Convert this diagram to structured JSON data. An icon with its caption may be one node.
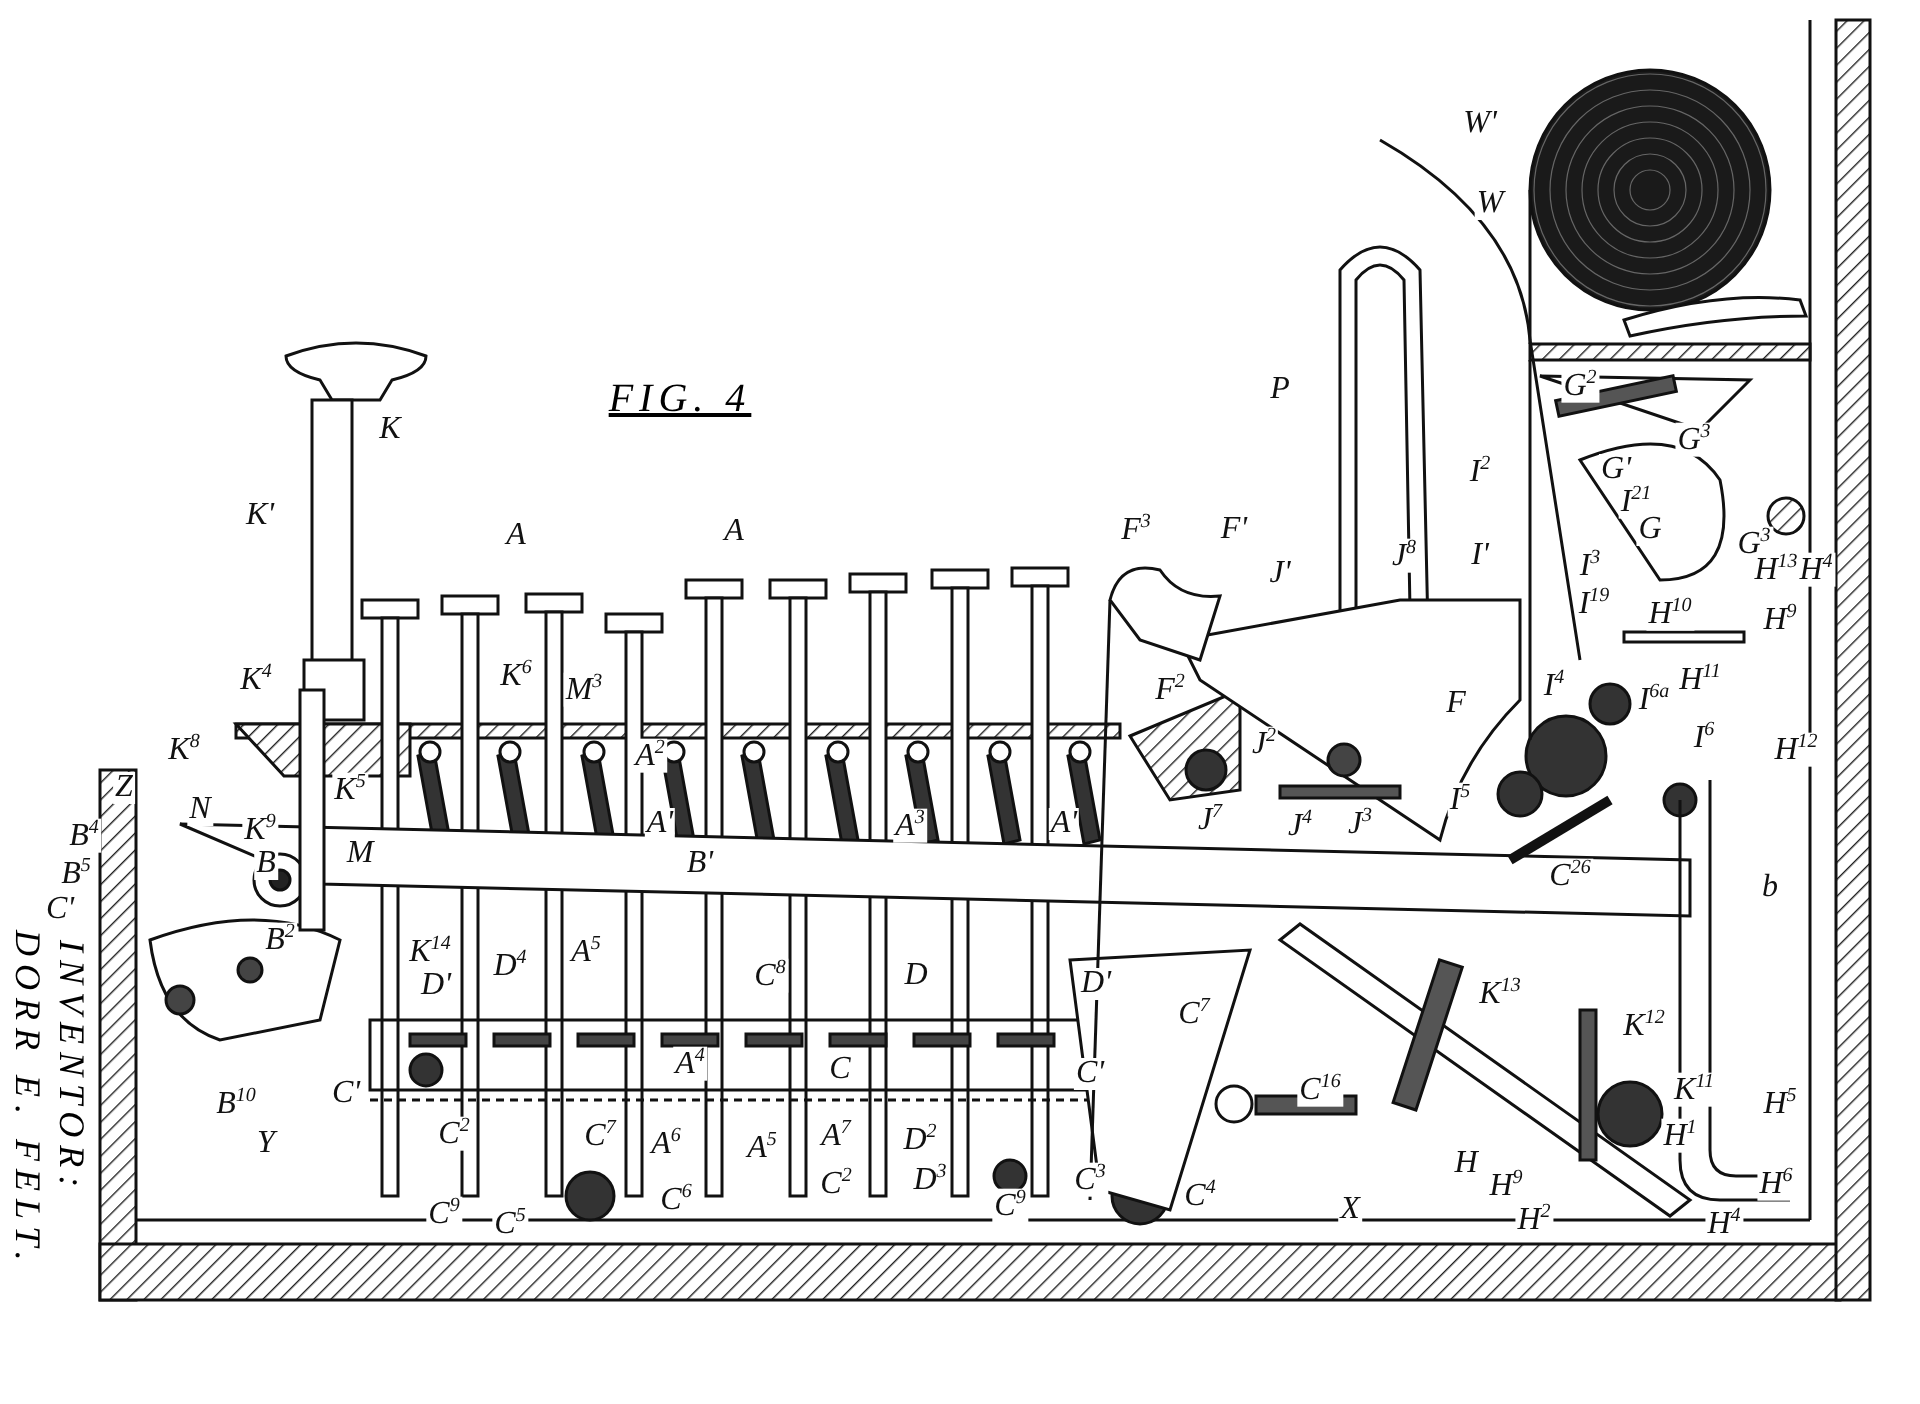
{
  "diagram": {
    "title": "FIG. 4",
    "labels": [
      "W'",
      "W",
      "P",
      "K",
      "K'",
      "A",
      "A",
      "F$^{3}$",
      "F'",
      "G$^{2}$",
      "G$^{3}$",
      "I$^{2}$",
      "G'",
      "I$^{21}$",
      "G",
      "G$^{3}$",
      "J'",
      "J$^{8}$",
      "I'",
      "I$^{3}$",
      "H$^{13}$",
      "H$^{4}$",
      "I$^{19}$",
      "H$^{10}$",
      "H$^{9}$",
      "K$^{8}$",
      "K$^{4}$",
      "K$^{6}$",
      "M$^{3}$",
      "F$^{2}$",
      "J$^{2}$",
      "F",
      "I$^{4}$",
      "I$^{6a}$",
      "H$^{11}$",
      "I$^{6}$",
      "H$^{12}$",
      "Z",
      "A$^{2}$",
      "N",
      "K$^{5}$",
      "K$^{9}$",
      "A'",
      "A$^{3}$",
      "A'",
      "J$^{7}$",
      "J$^{4}$",
      "J$^{3}$",
      "I$^{5}$",
      "B$^{4}$",
      "M",
      "B$^{5}$",
      "B",
      "B'",
      "C'",
      "C$^{26}$",
      "b",
      "B$^{2}$",
      "K$^{14}$",
      "D'",
      "D$^{4}$",
      "A$^{5}$",
      "C$^{8}$",
      "D",
      "D'",
      "K$^{13}$",
      "C$^{7}$",
      "K$^{12}$",
      "B$^{10}$",
      "C'",
      "A$^{4}$",
      "C",
      "C'",
      "C$^{16}$",
      "K$^{11}$",
      "H$^{5}$",
      "C$^{2}$",
      "C$^{7}$",
      "A$^{6}$",
      "A$^{5}$",
      "A$^{7}$",
      "D$^{2}$",
      "H$^{1}$",
      "H",
      "Y",
      "C$^{6}$",
      "C$^{2}$",
      "D$^{3}$",
      "C$^{3}$",
      "C$^{4}$",
      "H$^{9}$",
      "H$^{6}$",
      "C$^{9}$",
      "C$^{5}$",
      "C$^{9}$",
      "X",
      "H$^{2}$",
      "H$^{4}$",
      "INVENTOR:",
      "DORR E. FELT."
    ]
  }
}
